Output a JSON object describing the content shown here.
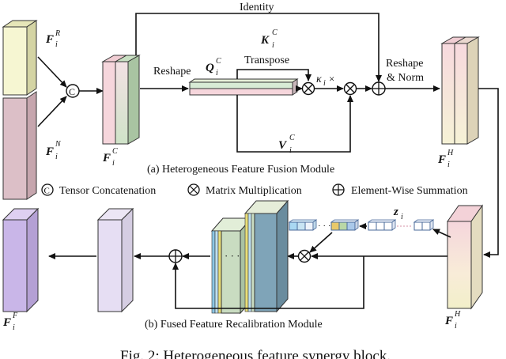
{
  "colors": {
    "yellow_block": "#f6f6d2",
    "pink_block": "#dcbfc7",
    "mint_block": "#d8ebd5",
    "pink_light": "#f6d6dc",
    "lavender": "#e6def3",
    "purple": "#c9b6e8",
    "green_block": "#bcd3b5",
    "teal_block": "#7fa4b8",
    "arrow": "#111111"
  },
  "top": {
    "input_r": {
      "base": "F",
      "sub": "i",
      "sup": "R"
    },
    "input_n": {
      "base": "F",
      "sub": "i",
      "sup": "N"
    },
    "concat_symbol": "C",
    "fused_c": {
      "base": "F",
      "sub": "i",
      "sup": "C"
    },
    "identity": "Identity",
    "reshape": "Reshape",
    "q": {
      "base": "Q",
      "sub": "i",
      "sup": "C"
    },
    "transpose": "Transpose",
    "k": {
      "base": "K",
      "sub": "i",
      "sup": "C"
    },
    "kappa": "κ",
    "kappa_sub": "i",
    "kappa_times": "×",
    "v": {
      "base": "V",
      "sub": "i",
      "sup": "C"
    },
    "reshape_norm_1": "Reshape",
    "reshape_norm_2": "& Norm",
    "output_h": {
      "base": "F",
      "sub": "i",
      "sup": "H"
    },
    "module_title": "(a) Heterogeneous Feature Fusion Module"
  },
  "legend": {
    "concat": "Tensor Concatenation",
    "matmul": "Matrix Multiplication",
    "sum": "Element-Wise Summation"
  },
  "bottom": {
    "z": {
      "base": "z",
      "sub": "i"
    },
    "dots": "· · ·",
    "input_h": {
      "base": "F",
      "sub": "i",
      "sup": "H"
    },
    "output_f": {
      "base": "F",
      "sub": "i",
      "sup": "F"
    },
    "module_title": "(b) Fused Feature Recalibration Module"
  },
  "caption": "Fig. 2: Heterogeneous feature synergy block."
}
